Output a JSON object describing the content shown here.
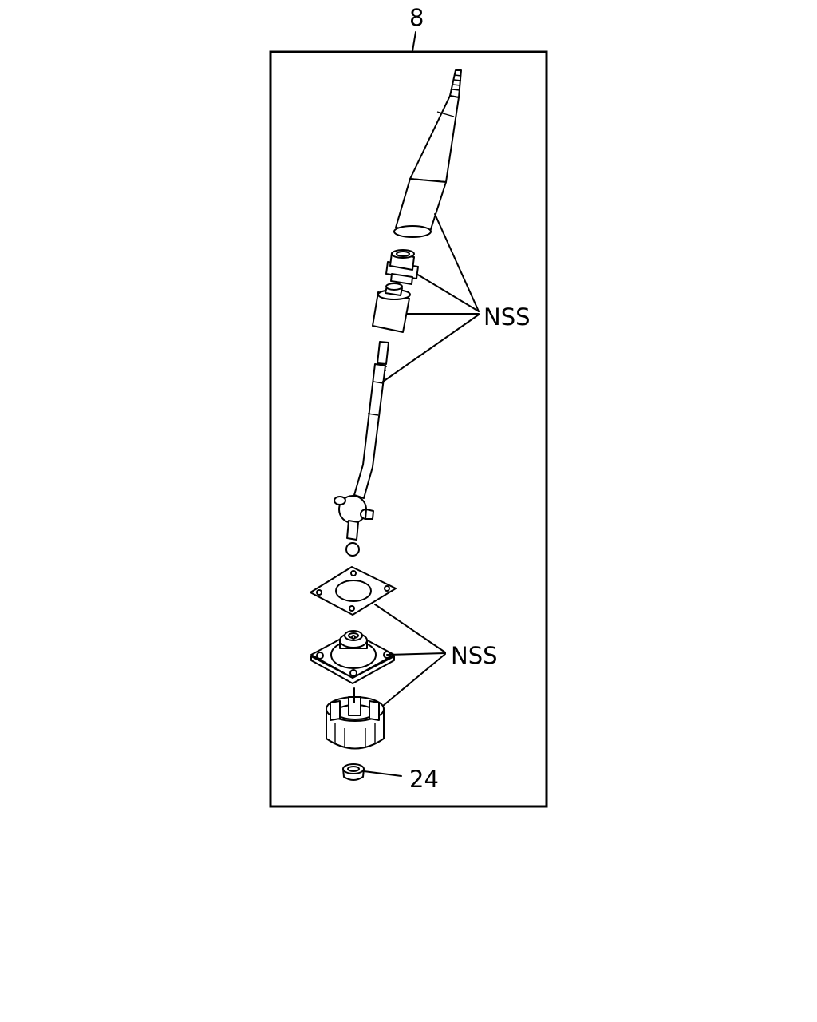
{
  "diagram": {
    "assembly_callout": "8",
    "callouts": {
      "nss_upper": "NSS",
      "nss_lower": "NSS",
      "part_24": "24"
    },
    "parts": [
      "shift-knob",
      "knob-bushing",
      "knob-collar",
      "shift-lever",
      "lever-gasket",
      "lever-housing",
      "lever-retainer",
      "part-24-bushing"
    ]
  }
}
